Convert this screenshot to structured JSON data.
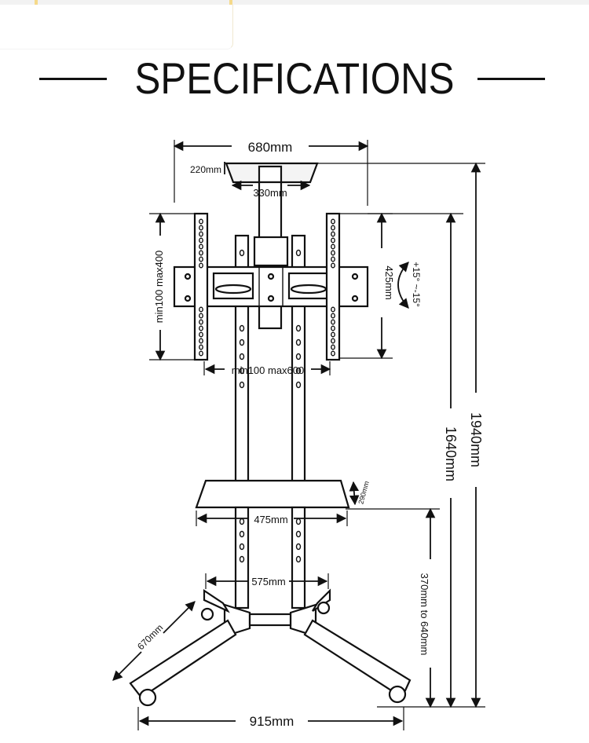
{
  "header": {
    "title": "SPECIFICATIONS"
  },
  "dimensions": {
    "overall_width": "680mm",
    "top_plate": "220mm",
    "plate_width": "330mm",
    "vesa_vertical": "min100  max400",
    "vesa_horizontal": "min100  max600",
    "bracket_height": "425mm",
    "tilt": "+15° ~-15°",
    "total_height": "1940mm",
    "mount_height": "1640mm",
    "shelf_depth": "290mm",
    "shelf_width": "475mm",
    "leg_span": "575mm",
    "shelf_height": "370mm to 640mm",
    "leg_length": "670mm",
    "base_width": "915mm"
  }
}
